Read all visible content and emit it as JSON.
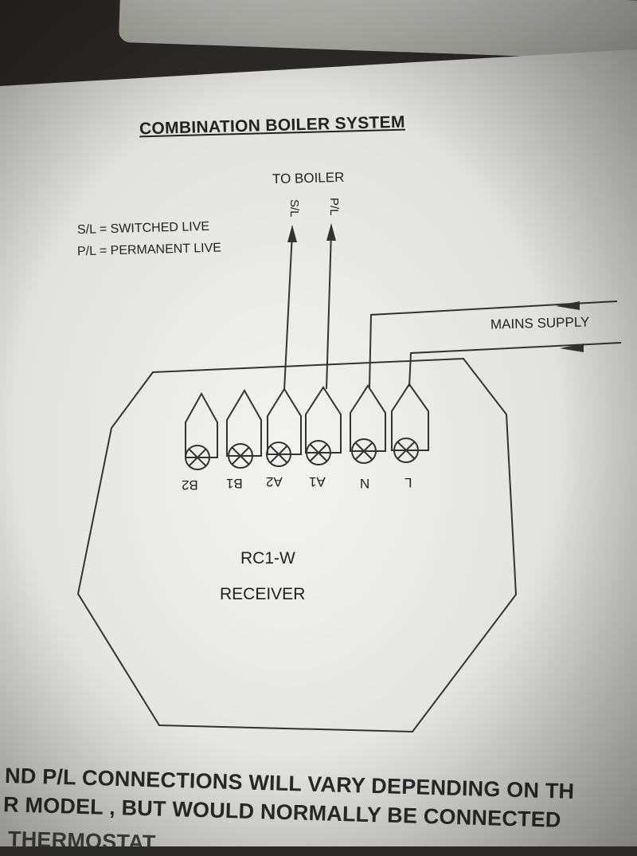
{
  "title": "COMBINATION BOILER SYSTEM",
  "legend": [
    "S/L = SWITCHED LIVE",
    "P/L = PERMANENT LIVE"
  ],
  "to_boiler": "TO BOILER",
  "boiler_wires": [
    "S/L",
    "P/L"
  ],
  "mains_supply": "MAINS SUPPLY",
  "terminals": [
    "B2",
    "B1",
    "A2",
    "A1",
    "N",
    "L"
  ],
  "device": {
    "model": "RC1-W",
    "type": "RECEIVER"
  },
  "footer": [
    "ND P/L CONNECTIONS WILL VARY DEPENDING ON TH",
    "R MODEL , BUT WOULD NORMALLY BE CONNECTED",
    "THERMOSTAT"
  ]
}
